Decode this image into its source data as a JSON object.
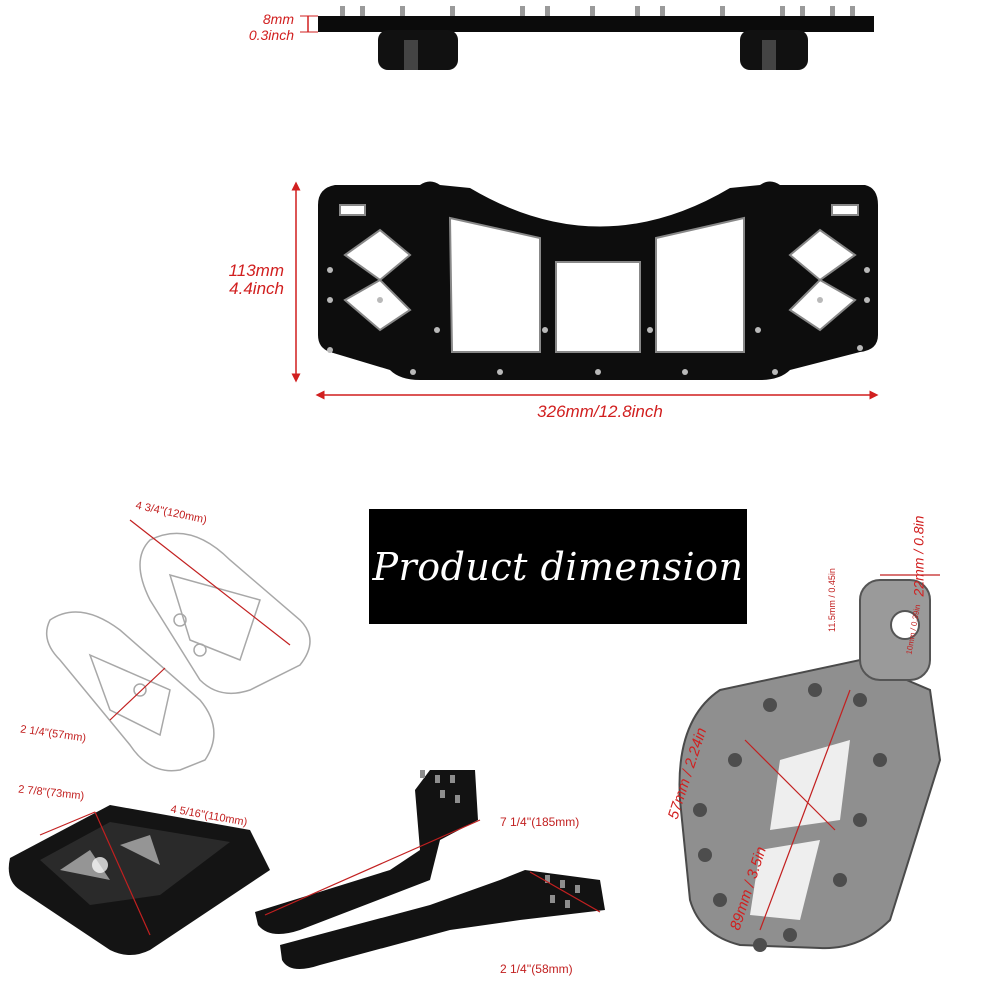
{
  "banner": {
    "title": "Product dimension"
  },
  "top_view": {
    "thickness_mm": "8mm",
    "thickness_in": "0.3inch"
  },
  "front_view": {
    "height_mm": "113mm",
    "height_in": "4.4inch",
    "width": "326mm/12.8inch"
  },
  "pegs_view": {
    "length": "4 3/4\"(120mm)",
    "width": "2 1/4\"(57mm)"
  },
  "board_view": {
    "width": "2 7/8\"(73mm)",
    "length": "4 5/16\"(110mm)"
  },
  "lever_view": {
    "arm_length": "7 1/4''(185mm)",
    "pad_length": "2 1/4''(58mm)"
  },
  "single_peg_view": {
    "mount_width": "22mm / 0.8in",
    "hole_depth": "11.5mm / 0.45in",
    "hole_dia": "10mm / 0.39in",
    "peg_width": "57mm / 2.24in",
    "peg_length": "89mm / 3.5in"
  },
  "colors": {
    "accent": "#d11f1f",
    "part": "#0d0d0d",
    "banner": "#000000"
  }
}
